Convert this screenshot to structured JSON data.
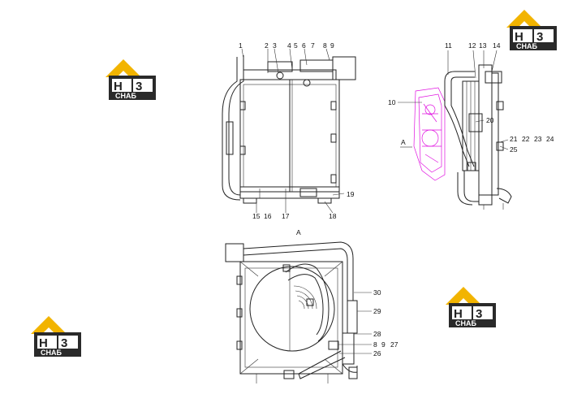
{
  "logo": {
    "mark": "H3",
    "text": "СНАБ",
    "color_gold": "#f2b400",
    "color_dark": "#2a2a2a"
  },
  "view_label": "A",
  "callouts_front": [
    "1",
    "2",
    "3",
    "4",
    "5",
    "6",
    "7",
    "8",
    "9",
    "15",
    "16",
    "17",
    "18",
    "19"
  ],
  "callouts_side": [
    "10",
    "11",
    "12",
    "13",
    "14",
    "20",
    "21",
    "22",
    "23",
    "24",
    "25"
  ],
  "side_view_label": "A",
  "callouts_bottom": [
    "30",
    "29",
    "28",
    "8",
    "9",
    "27",
    "26"
  ]
}
